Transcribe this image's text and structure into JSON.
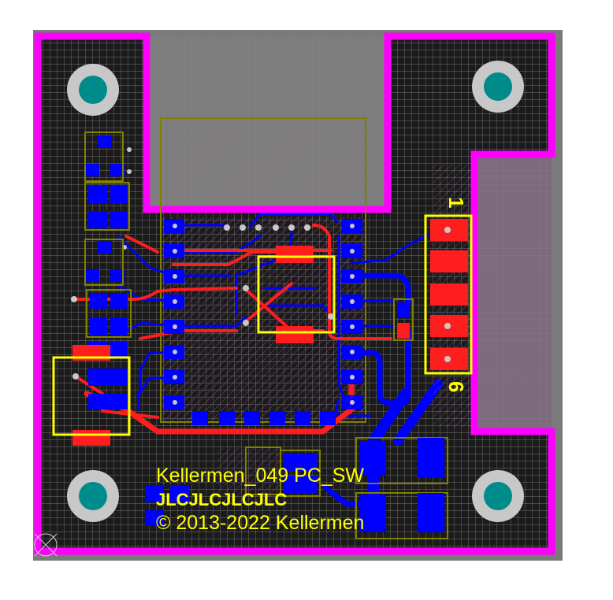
{
  "board": {
    "silkscreen": {
      "line1": "Kellermen_049 PC_SW",
      "line2": "JLCJLCJLCJLC",
      "line3": "© 2013-2022 Kellermen",
      "connector_pin_first": "1",
      "connector_pin_last": "6"
    }
  },
  "colors": {
    "background": "#ffffff",
    "frame": "#7a7a7a",
    "substrate": "#1b1b1b",
    "grid": "#8c8c8c",
    "outline": "#ff00ff",
    "top_copper": "#ff1e1e",
    "bottom_copper": "#0000ff",
    "silkscreen": "#ffff00",
    "courtyard": "#808000",
    "pad_drill": "#008b8b",
    "via": "#c8c8c8"
  },
  "icons": [
    "mounting-hole-icon",
    "via-icon",
    "origin-marker-icon"
  ]
}
